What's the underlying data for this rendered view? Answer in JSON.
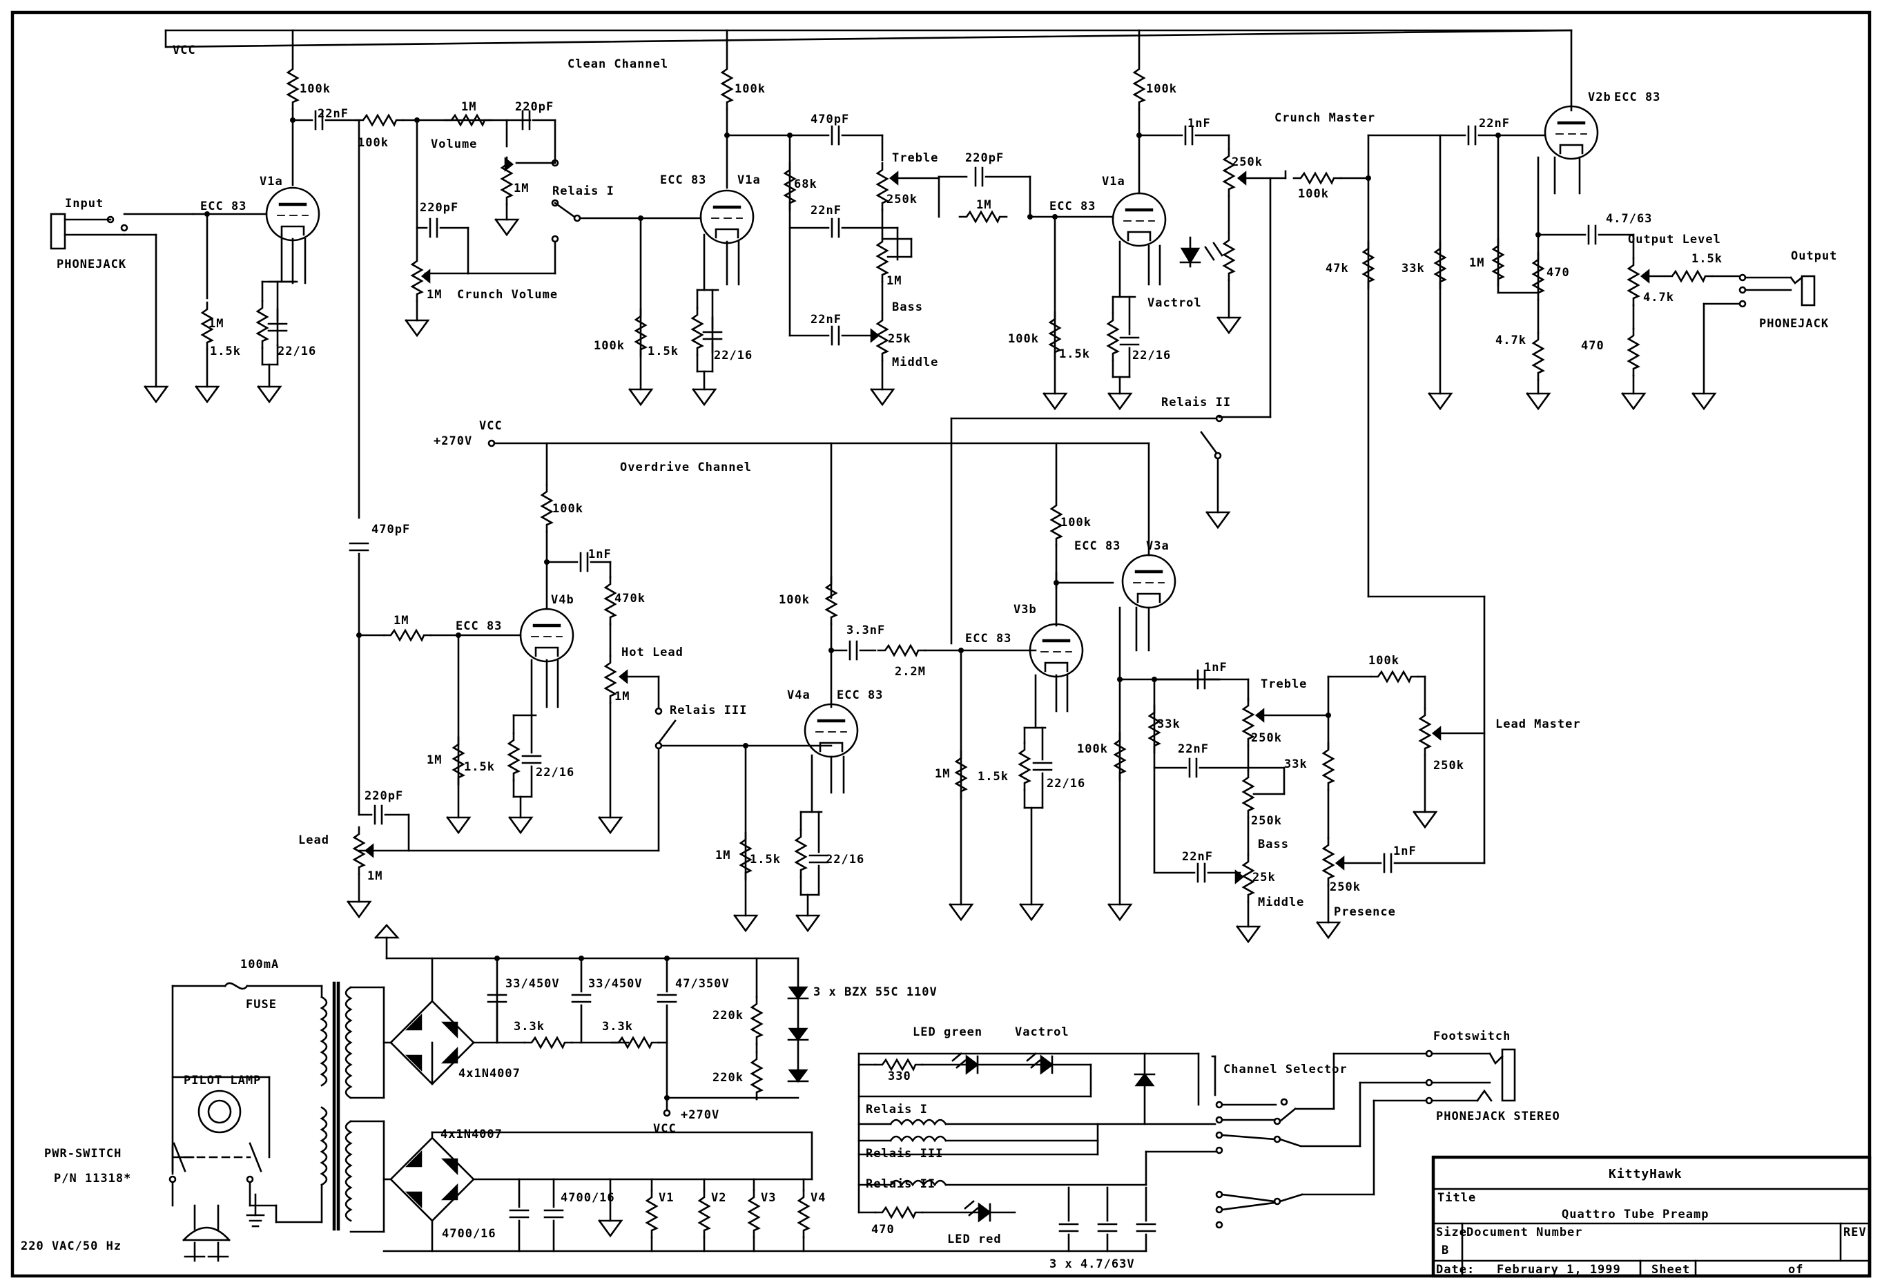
{
  "labels": {
    "vcc_top": "VCC",
    "clean_channel": "Clean Channel",
    "input": "Input",
    "phonejack_in": "PHONEJACK",
    "r100k_a": "100k",
    "c22nf_a": "22nF",
    "r100k_b": "100k",
    "r1m_a": "1M",
    "c220pf_a": "220pF",
    "volume": "Volume",
    "pot1m_vol": "1M",
    "relais1": "Relais I",
    "c220pf_b": "220pF",
    "crunch_volume": "Crunch Volume",
    "pot1m_cv": "1M",
    "v1a_1": "V1a",
    "ecc83_1": "ECC 83",
    "r1m_b": "1M",
    "r1k5_a": "1.5k",
    "cap22_16_a": "22/16",
    "r100k_c": "100k",
    "c470pf": "470pF",
    "treble_1": "Treble",
    "c220pf_c": "220pF",
    "ecc83_2": "ECC 83",
    "v1a_2": "V1a",
    "r68k": "68k",
    "c22nf_b": "22nF",
    "pot250k_a": "250k",
    "r1m_c": "1M",
    "pot1m_bass": "1M",
    "bass_1": "Bass",
    "c22nf_c": "22nF",
    "pot25k_a": "25k",
    "middle_1": "Middle",
    "r100k_d": "100k",
    "r1k5_b": "1.5k",
    "cap22_16_b": "22/16",
    "r100k_e": "100k",
    "c1nf_a": "1nF",
    "crunch_master": "Crunch Master",
    "pot250k_b": "250k",
    "ecc83_3": "ECC 83",
    "v1a_3": "V1a",
    "vactrol_1": "Vactrol",
    "r100k_f": "100k",
    "r1k5_c": "1.5k",
    "cap22_16_c": "22/16",
    "r100k_g": "100k",
    "c22nf_d": "22nF",
    "v2b": "V2b",
    "ecc83_4": "ECC 83",
    "c4_7_63": "4.7/63",
    "output_level": "Output Level",
    "r1k5_d": "1.5k",
    "output": "Output",
    "r47k": "47k",
    "r33k_a": "33k",
    "r1m_d": "1M",
    "r470_a": "470",
    "r4_7k_a": "4.7k",
    "r4_7k_b": "4.7k",
    "r470_b": "470",
    "phonejack_out": "PHONEJACK",
    "relais2": "Relais II",
    "vcc_270": "VCC",
    "plus270": "+270V",
    "overdrive_channel": "Overdrive Channel",
    "r100k_h": "100k",
    "c1nf_b": "1nF",
    "r470k": "470k",
    "v4b": "V4b",
    "r1m_e": "1M",
    "ecc83_5": "ECC 83",
    "hot_lead": "Hot Lead",
    "pot1m_hl": "1M",
    "relais3": "Relais III",
    "c470pf_b": "470pF",
    "r1m_f": "1M",
    "r1k5_e": "1.5k",
    "cap22_16_d": "22/16",
    "r100k_i": "100k",
    "c3_3nf": "3.3nF",
    "r2_2m": "2.2M",
    "ecc83_6": "ECC 83",
    "v3b": "V3b",
    "v4a": "V4a",
    "ecc83_7": "ECC 83",
    "r1m_g": "1M",
    "r1k5_f": "1.5k",
    "cap22_16_e": "22/16",
    "r1m_h": "1M",
    "r1k5_g": "1.5k",
    "cap22_16_f": "22/16",
    "r100k_j": "100k",
    "ecc83_8": "ECC 83",
    "v3a": "V3a",
    "c220pf_d": "220pF",
    "lead": "Lead",
    "pot1m_lead": "1M",
    "r100k_k": "100k",
    "c1nf_c": "1nF",
    "treble_2": "Treble",
    "r33k_b": "33k",
    "pot250k_c": "250k",
    "c22nf_e": "22nF",
    "r33k_c": "33k",
    "pot250k_d": "250k",
    "bass_2": "Bass",
    "c22nf_f": "22nF",
    "pot25k_b": "25k",
    "middle_2": "Middle",
    "r100k_l": "100k",
    "lead_master": "Lead Master",
    "pot250k_e": "250k",
    "c1nf_d": "1nF",
    "pot250k_f": "250k",
    "presence": "Presence",
    "fuse_rating": "100mA",
    "fuse": "FUSE",
    "pilot_lamp": "PILOT LAMP",
    "pwr_switch": "PWR-SWITCH",
    "pn": "P/N 11318*",
    "mains": "220 VAC/50 Hz",
    "cap33_450_a": "33/450V",
    "cap33_450_b": "33/450V",
    "cap47_350": "47/350V",
    "zener": "3 x BZX 55C 110V",
    "r3_3k_a": "3.3k",
    "r3_3k_b": "3.3k",
    "r220k_a": "220k",
    "r220k_b": "220k",
    "bridge1": "4x1N4007",
    "vcc_bot": "VCC",
    "plus270b": "+270V",
    "led_green": "LED green",
    "vactrol_2": "Vactrol",
    "r330": "330",
    "relais1_coil": "Relais I",
    "relais3_coil": "Relais III",
    "relais2_coil": "Relais II",
    "r470_c": "470",
    "led_red": "LED red",
    "bridge2": "4x1N4007",
    "cap4700_a": "4700/16",
    "cap4700_b": "4700/16",
    "h1": "V1",
    "h2": "V2",
    "h3": "V3",
    "h4": "V4",
    "caps3x": "3 x 4.7/63V",
    "channel_selector": "Channel Selector",
    "footswitch": "Footswitch",
    "phonejack_stereo": "PHONEJACK STEREO"
  },
  "title_block": {
    "company": "KittyHawk",
    "title_label": "Title",
    "title_value": "Quattro   Tube Preamp",
    "size_label": "Size",
    "size_value": "B",
    "docnum_label": "Document Number",
    "rev_label": "REV",
    "date_label": "Date:",
    "date_value": "February   1,  1999",
    "sheet_label": "Sheet",
    "sheet_value": "of"
  }
}
